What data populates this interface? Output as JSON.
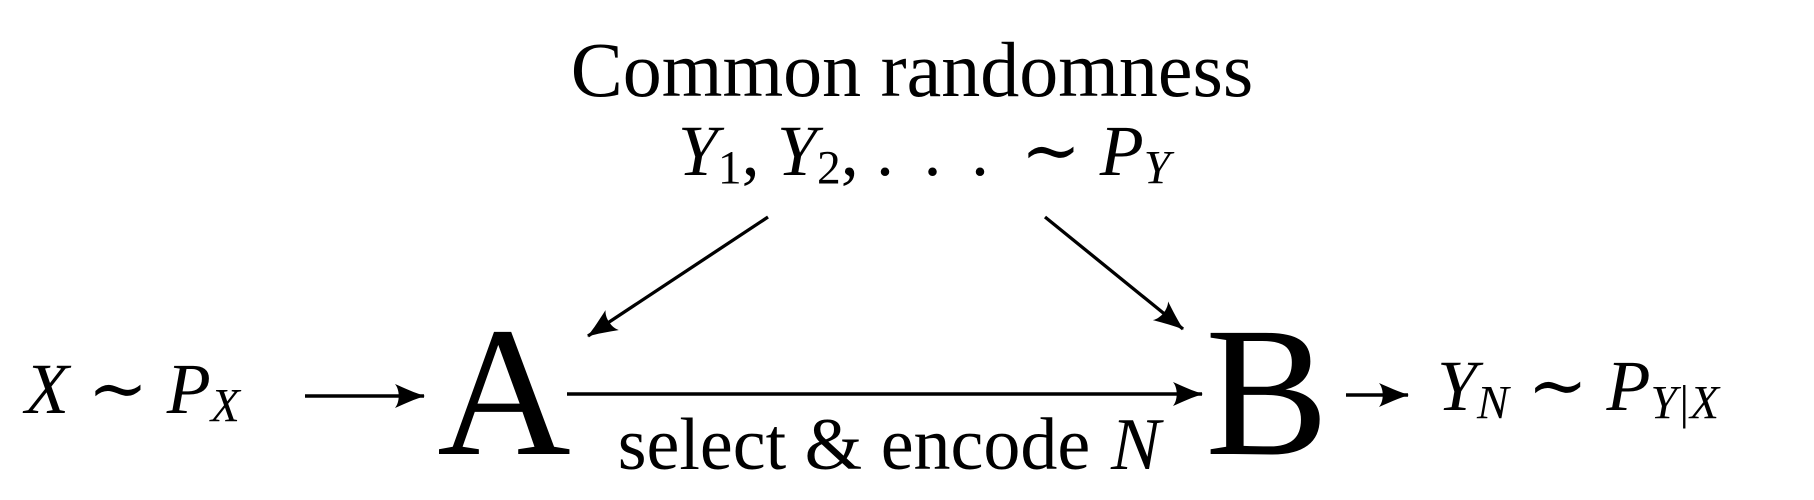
{
  "colors": {
    "ink": "#000000",
    "background": "#ffffff"
  },
  "common_randomness": {
    "title": "Common randomness",
    "formula": {
      "y1": "Y",
      "y1_sub": "1",
      "comma1": ",",
      "y2": "Y",
      "y2_sub": "2",
      "comma2": ",",
      "dots": ". . .",
      "sim": "∼",
      "p": "P",
      "p_sub": "Y"
    }
  },
  "source": {
    "x": "X",
    "sim": "∼",
    "p": "P",
    "p_sub": "X"
  },
  "node_a": {
    "label": "A"
  },
  "node_b": {
    "label": "B"
  },
  "channel": {
    "label": "select & encode",
    "label_var": "N"
  },
  "output": {
    "y": "Y",
    "y_sub": "N",
    "sim": "∼",
    "p": "P",
    "p_sub": "Y|X"
  }
}
